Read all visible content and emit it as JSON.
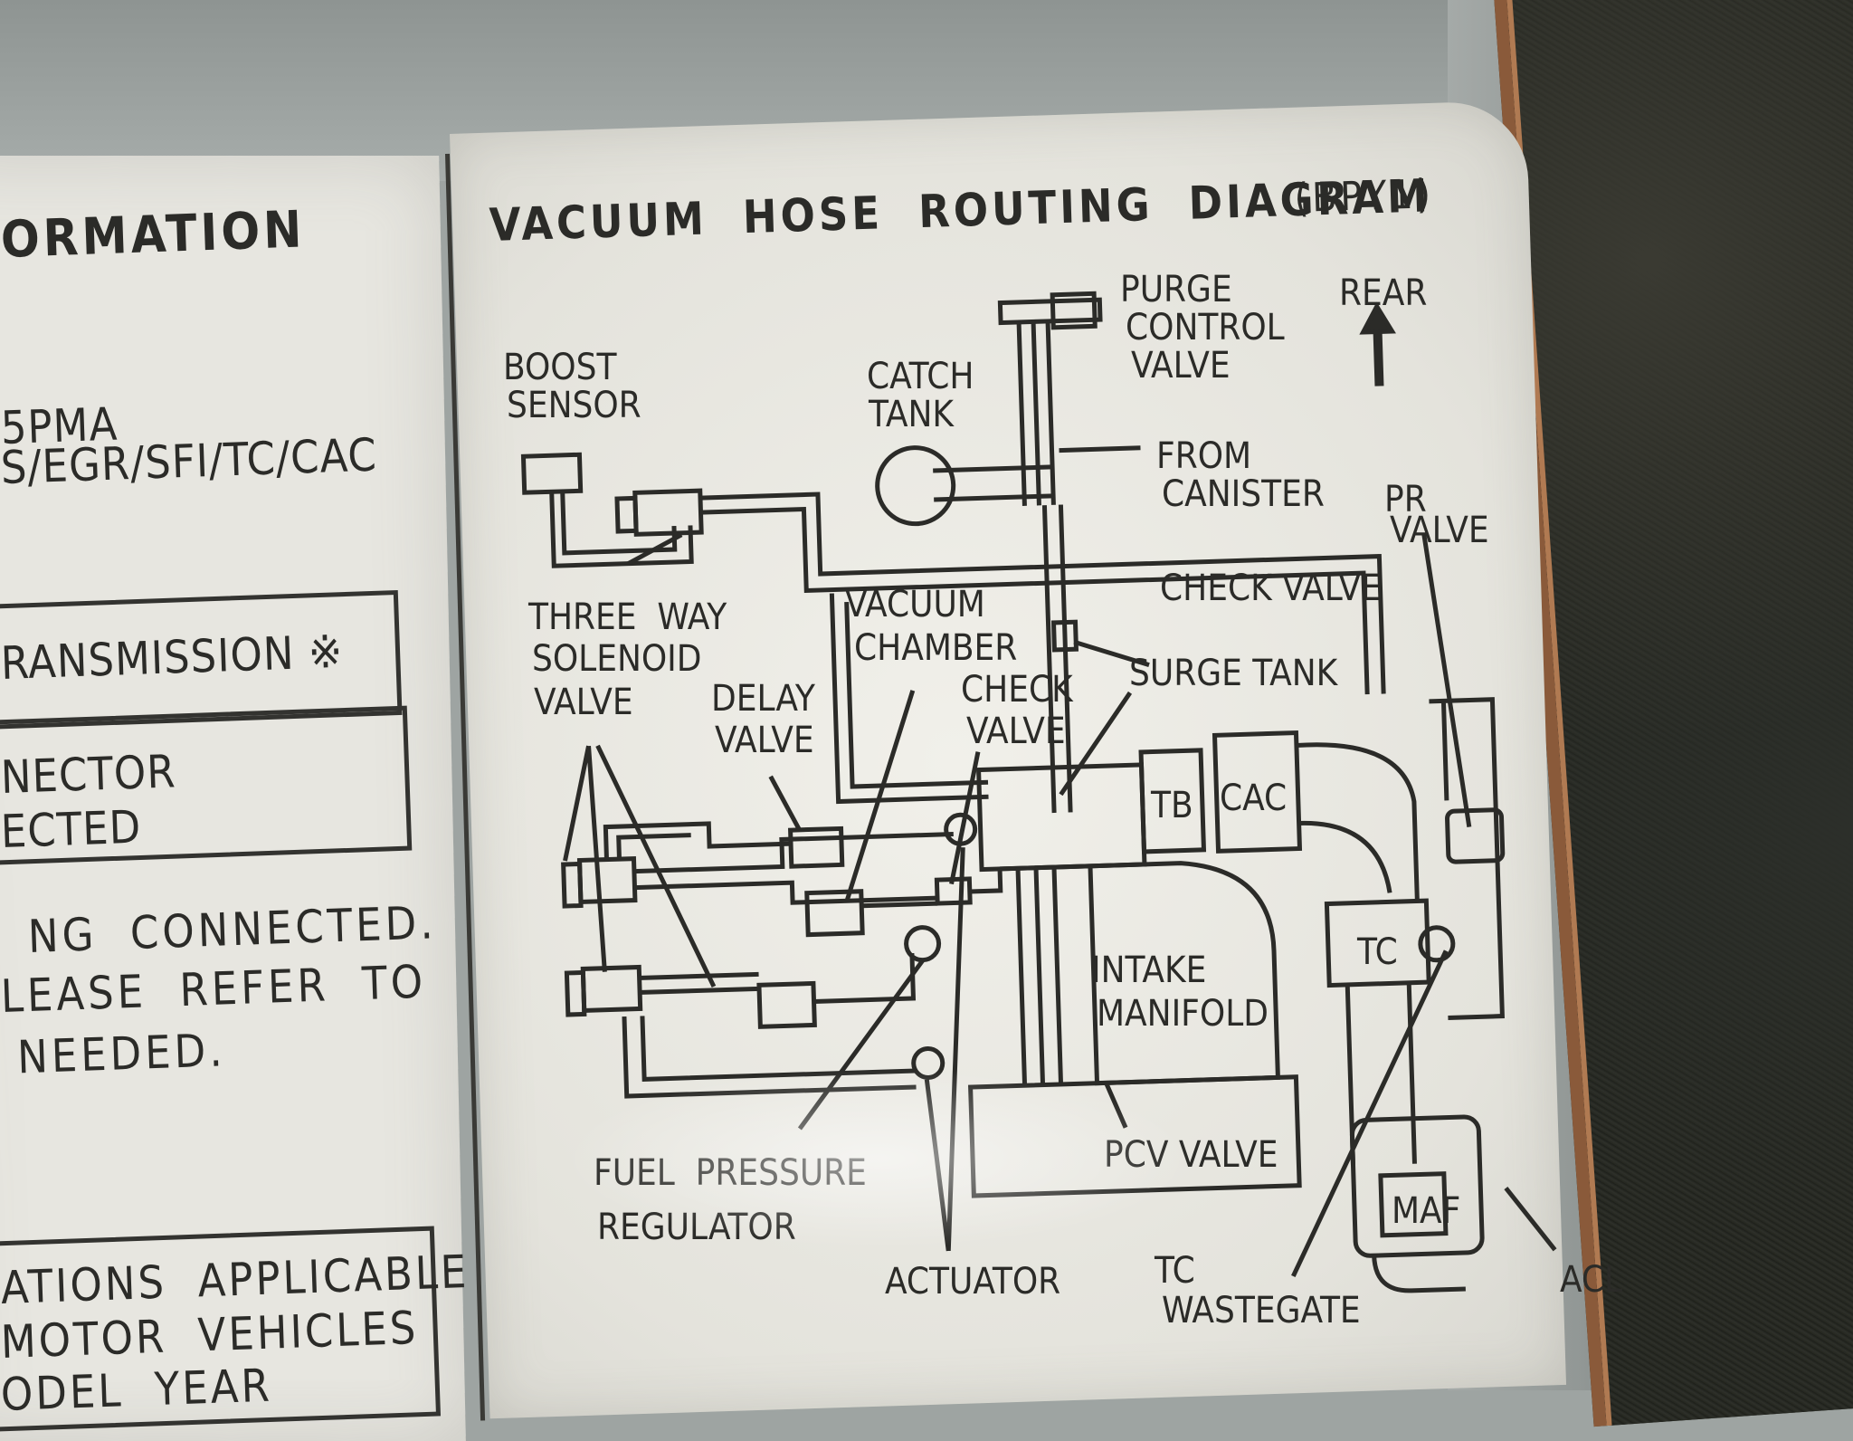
{
  "left_panel": {
    "heading_fragment": "ORMATION",
    "model_fragment": "5PMA",
    "systems_fragment": "S/EGR/SFI/TC/CAC",
    "box1_line1": "RANSMISSION ※",
    "box2_line1": "NECTOR",
    "box2_line2": "ECTED",
    "note_line1": "NG  CONNECTED.",
    "note_line2": "LEASE  REFER  TO",
    "note_line3": " NEEDED.",
    "bottom_line1": "ATIONS  APPLICABLE",
    "bottom_line2": "MOTOR  VEHICLES",
    "bottom_line3": "ODEL  YEAR"
  },
  "diagram": {
    "title": "VACUUM  HOSE  ROUTING  DIAGRAM",
    "code": "(BPY1)",
    "labels": {
      "boost_sensor_1": "BOOST",
      "boost_sensor_2": "SENSOR",
      "catch_tank_1": "CATCH",
      "catch_tank_2": "TANK",
      "purge_1": "PURGE",
      "purge_2": "CONTROL",
      "purge_3": "VALVE",
      "rear": "REAR",
      "from_1": "FROM",
      "from_2": "CANISTER",
      "pr_1": "PR",
      "pr_2": "VALVE",
      "check_valve_top": "CHECK VALVE",
      "three_way_1": "THREE  WAY",
      "three_way_2": "SOLENOID",
      "three_way_3": "VALVE",
      "vacuum_chamber_1": "VACUUM",
      "vacuum_chamber_2": "CHAMBER",
      "delay_1": "DELAY",
      "delay_2": "VALVE",
      "check_valve_mid_1": "CHECK",
      "check_valve_mid_2": "VALVE",
      "surge_tank": "SURGE TANK",
      "tb": "TB",
      "cac": "CAC",
      "intake_1": "INTAKE",
      "intake_2": "MANIFOLD",
      "tc": "TC",
      "pcv": "PCV VALVE",
      "maf": "MAF",
      "fuel_1": "FUEL  PRESSURE",
      "fuel_2": "REGULATOR",
      "actuator": "ACTUATOR",
      "tc_wastegate_1": "TC",
      "tc_wastegate_2": "WASTEGATE",
      "acl": "ACL"
    }
  },
  "colors": {
    "ink": "#2b2b28",
    "label_bg": "#ecebe5",
    "panel_grey": "#9ea4a2",
    "carpet": "#2a2c26"
  }
}
